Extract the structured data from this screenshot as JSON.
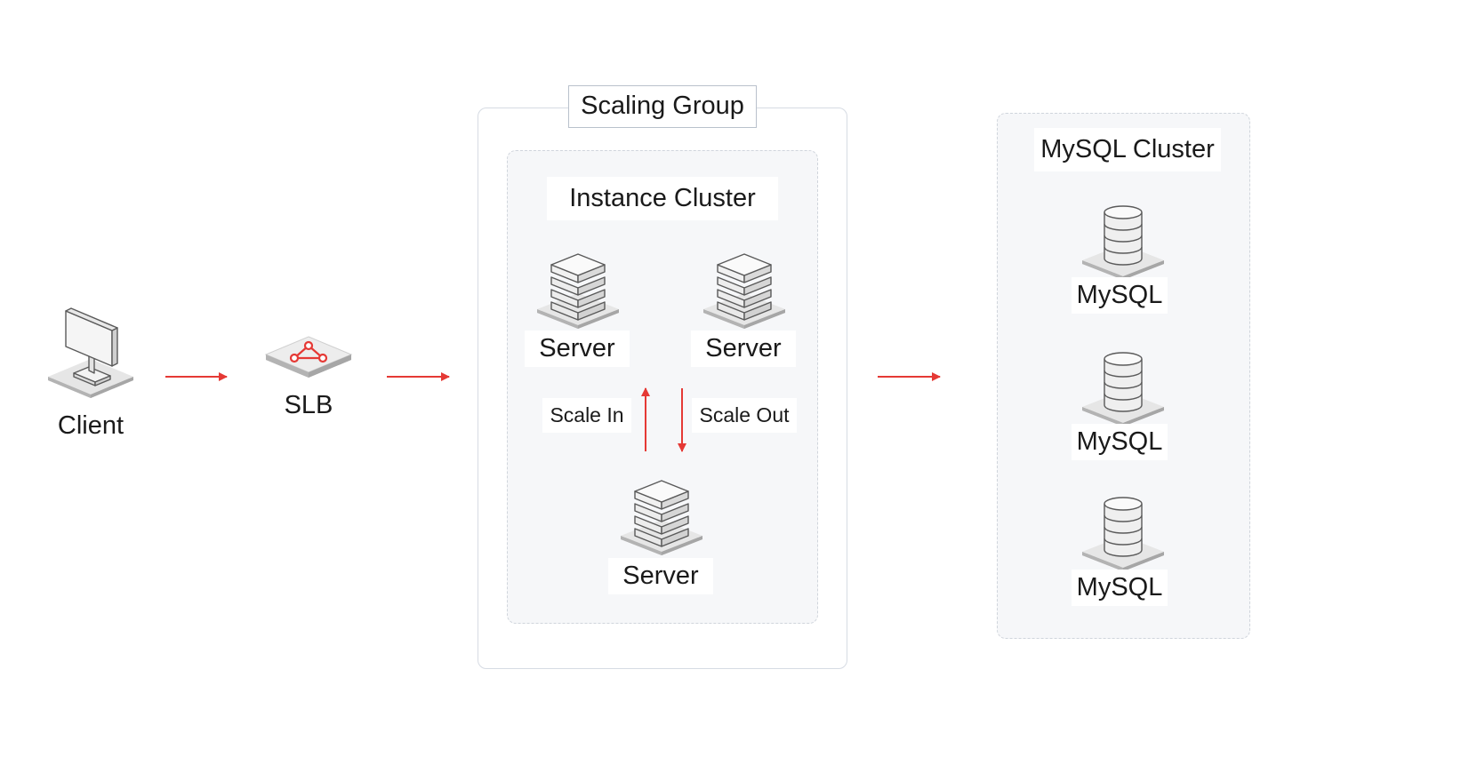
{
  "colors": {
    "arrow": "#e53935",
    "slb_accent": "#e53935",
    "group_border": "#d6dbe3",
    "cluster_fill": "#f6f7f9",
    "icon_light": "#f2f2f2",
    "icon_shadow": "#bdbdbd"
  },
  "client": {
    "label": "Client",
    "icon": "monitor-icon"
  },
  "slb": {
    "label": "SLB",
    "icon": "load-balancer-icon"
  },
  "scaling_group": {
    "title": "Scaling Group",
    "instance_cluster": {
      "title": "Instance Cluster",
      "servers": [
        {
          "label": "Server",
          "icon": "server-icon"
        },
        {
          "label": "Server",
          "icon": "server-icon"
        },
        {
          "label": "Server",
          "icon": "server-icon"
        }
      ],
      "scale_in_label": "Scale In",
      "scale_out_label": "Scale Out"
    }
  },
  "mysql_cluster": {
    "title": "MySQL Cluster",
    "nodes": [
      {
        "label": "MySQL",
        "icon": "database-icon"
      },
      {
        "label": "MySQL",
        "icon": "database-icon"
      },
      {
        "label": "MySQL",
        "icon": "database-icon"
      }
    ]
  }
}
